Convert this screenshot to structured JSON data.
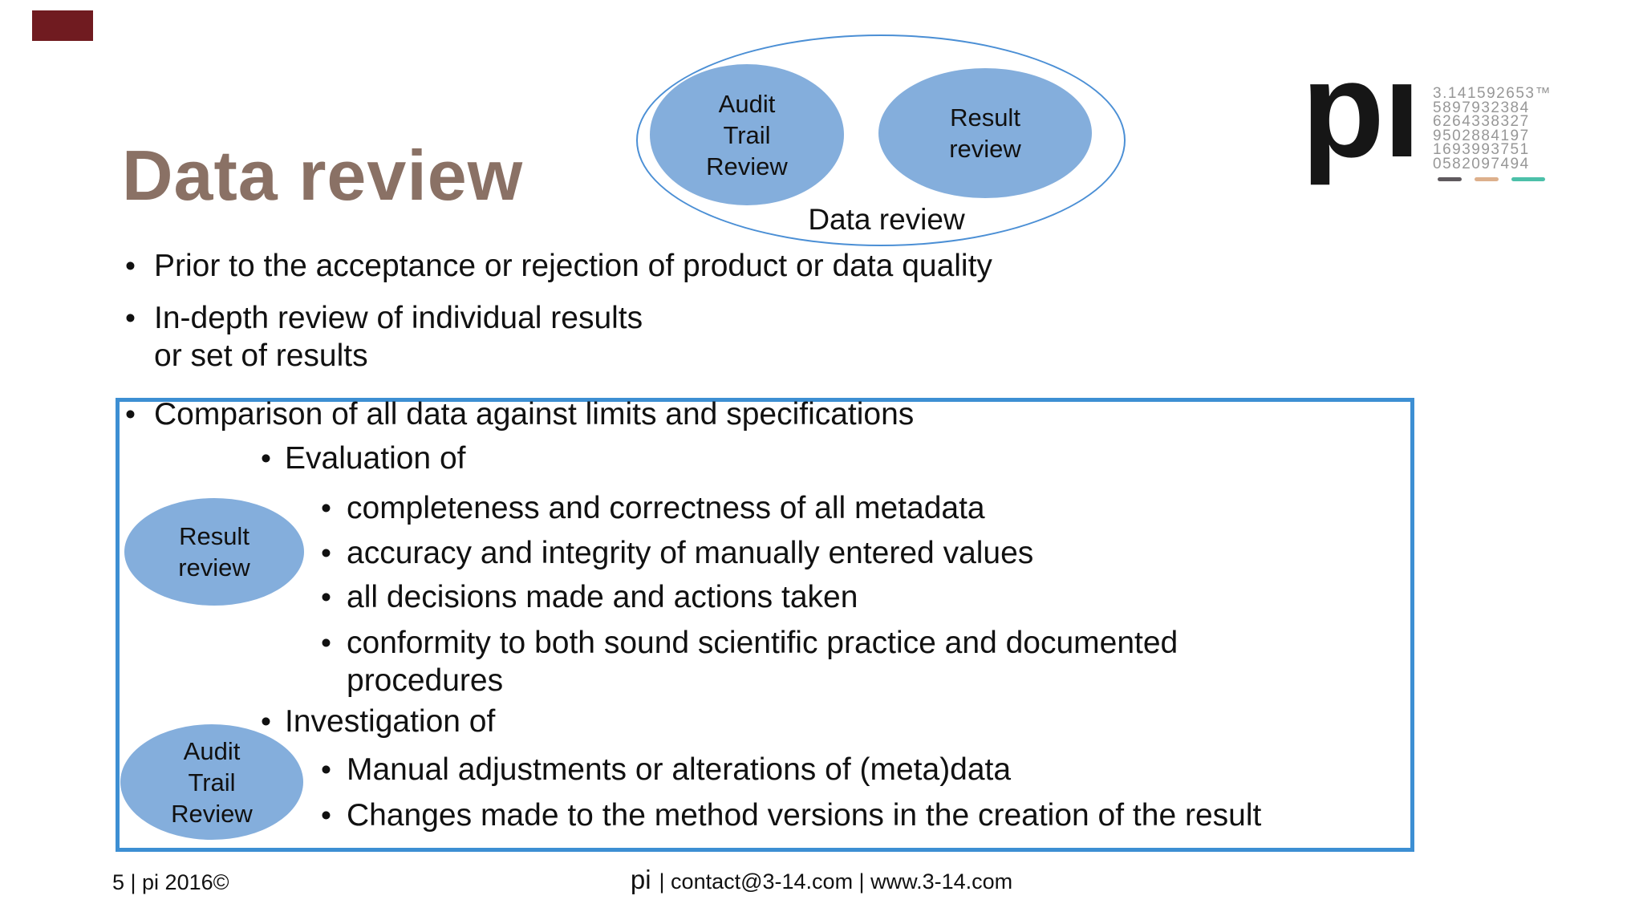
{
  "title": "Data review",
  "venn": {
    "caption": "Data review",
    "ellipse_audit": "Audit\nTrail\nReview",
    "ellipse_result": "Result\nreview"
  },
  "logo": {
    "mark": "pı",
    "digits": [
      "3.141592653™",
      "5897932384",
      "6264338327",
      "9502884197",
      "1693993751",
      "0582097494"
    ]
  },
  "bullets": {
    "b1": "Prior to the acceptance or rejection of product or data quality",
    "b2": "In-depth review of individual results\nor set of results"
  },
  "box": {
    "l1": "Comparison of all data against limits and specifications",
    "l2a": "Evaluation of",
    "l3a1": "completeness and correctness of all metadata",
    "l3a2": "accuracy and integrity of manually entered values",
    "l3a3": "all decisions made and actions taken",
    "l3a4": "conformity to both sound scientific practice and documented\nprocedures",
    "l2b": "Investigation of",
    "l3b1": "Manual adjustments or alterations of (meta)data",
    "l3b2": "Changes made to the method versions in the creation of the result",
    "blob_result": "Result\nreview",
    "blob_audit": "Audit\nTrail\nReview"
  },
  "footer": {
    "left": "5 | pi 2016©",
    "center_brand": "pi",
    "center_rest": "| contact@3-14.com | www.3-14.com"
  },
  "colors": {
    "title_brown": "#8a7165",
    "ellipse_blue": "#84aedc",
    "outer_ellipse_stroke": "#4b8fd5",
    "box_border": "#3d8fd3",
    "flag_red": "#701b20",
    "dash_gray": "#5f5a5e",
    "dash_tan": "#ddb08c",
    "dash_teal": "#4cc0a9",
    "digits_gray": "#979797"
  }
}
